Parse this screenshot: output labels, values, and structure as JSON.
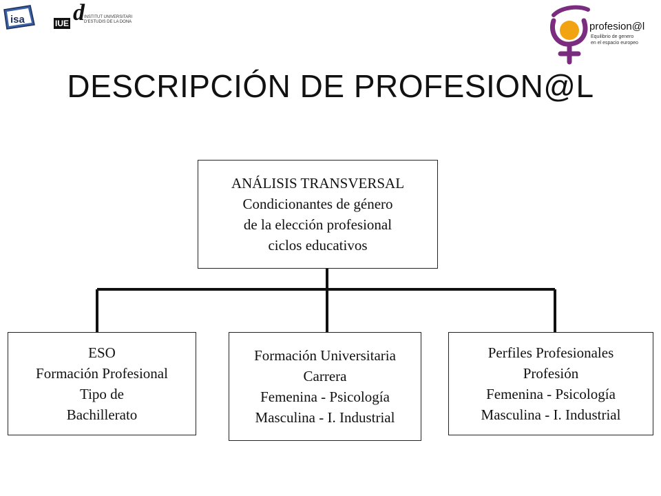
{
  "header": {
    "logo_isa": "isa",
    "logo_iue": {
      "mark": "d",
      "abbrev": "IUE",
      "lines": [
        "INSTITUT UNIVERSITARI",
        "D'ESTUDIS DE LA DONA"
      ]
    },
    "logo_profesional": {
      "name": "profesion@l",
      "tagline": [
        "Equilibrio de genero",
        "en el espacio europeo"
      ]
    }
  },
  "title": "DESCRIPCIÓN DE PROFESION@L",
  "diagram": {
    "root": {
      "lines": [
        "ANÁLISIS TRANSVERSAL",
        "Condicionantes de género",
        "de la elección profesional",
        "ciclos educativos"
      ]
    },
    "children": [
      {
        "lines": [
          "ESO",
          "Formación Profesional",
          "Tipo de",
          "Bachillerato"
        ]
      },
      {
        "lines": [
          "Formación Universitaria",
          "Carrera",
          "Femenina - Psicología",
          "Masculina - I. Industrial"
        ]
      },
      {
        "lines": [
          "Perfiles Profesionales",
          "Profesión",
          "Femenina - Psicología",
          "Masculina - I. Industrial"
        ]
      }
    ]
  }
}
